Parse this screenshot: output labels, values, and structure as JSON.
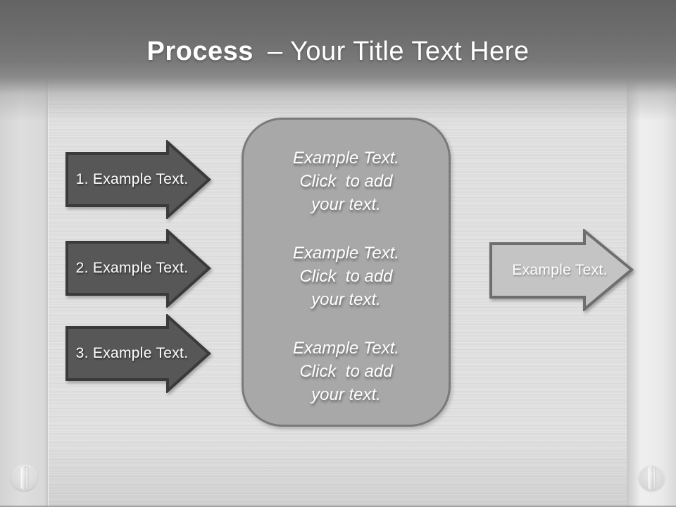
{
  "slide": {
    "title": {
      "emphasis": "Process",
      "rest": "– Your Title Text Here"
    },
    "steps": [
      {
        "label": "1. Example Text."
      },
      {
        "label": "2. Example Text."
      },
      {
        "label": "3. Example Text."
      }
    ],
    "center_panel": {
      "paragraphs": [
        "Example Text.\nClick  to add\nyour text.",
        "Example Text.\nClick  to add\nyour text.",
        "Example Text.\nClick  to add\nyour text."
      ]
    },
    "result_arrow": {
      "label": "Example Text."
    },
    "colors": {
      "header_top": "#646464",
      "header_mid": "#8a8a8a",
      "body_background": "#dedede",
      "step_arrow_fill": "#575757",
      "step_arrow_border": "#3a3a3a",
      "panel_fill": "#a8a8a8",
      "panel_border": "#7a7a7a",
      "result_arrow_fill": "#c4c4c4",
      "result_arrow_border": "#6e6e6e",
      "text": "#ffffff"
    }
  }
}
